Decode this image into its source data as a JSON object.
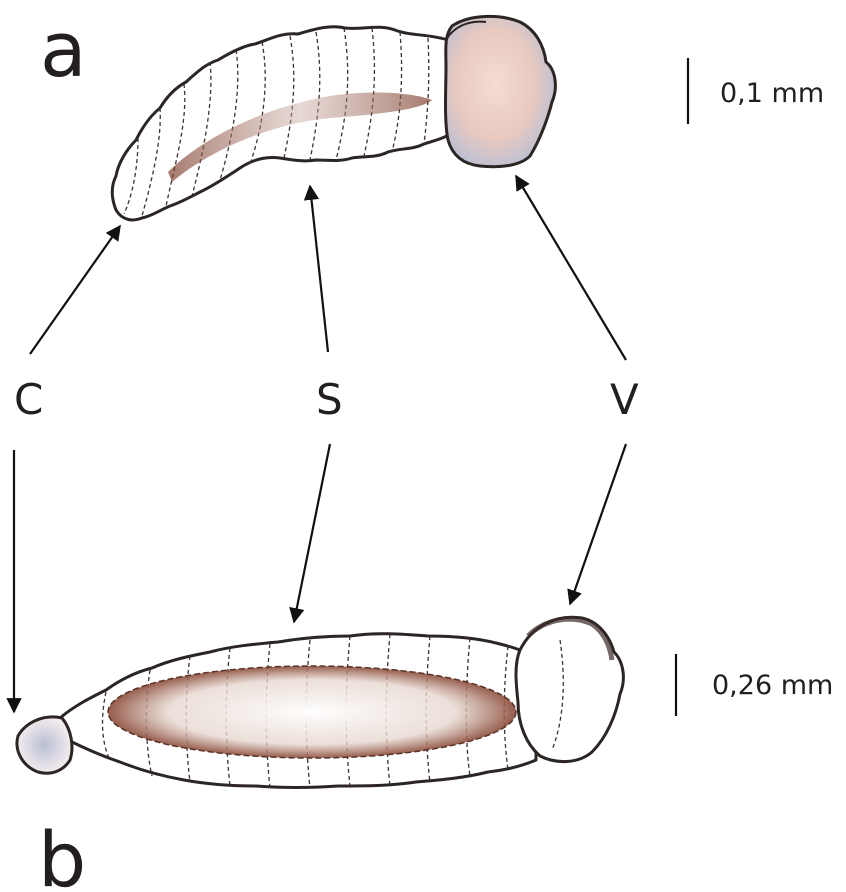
{
  "panels": {
    "a": {
      "label": "a",
      "scale_bar_label": "0,1 mm"
    },
    "b": {
      "label": "b",
      "scale_bar_label": "0,26 mm"
    }
  },
  "callouts": [
    {
      "id": "C",
      "label": "C"
    },
    {
      "id": "S",
      "label": "S"
    },
    {
      "id": "V",
      "label": "V"
    }
  ],
  "colors": {
    "ink": "#231f20",
    "outline": "#2b2523",
    "gut_shading": "#8a4a38",
    "head_tint": "#e8c9c0",
    "head_blue": "#b9bfd4"
  }
}
